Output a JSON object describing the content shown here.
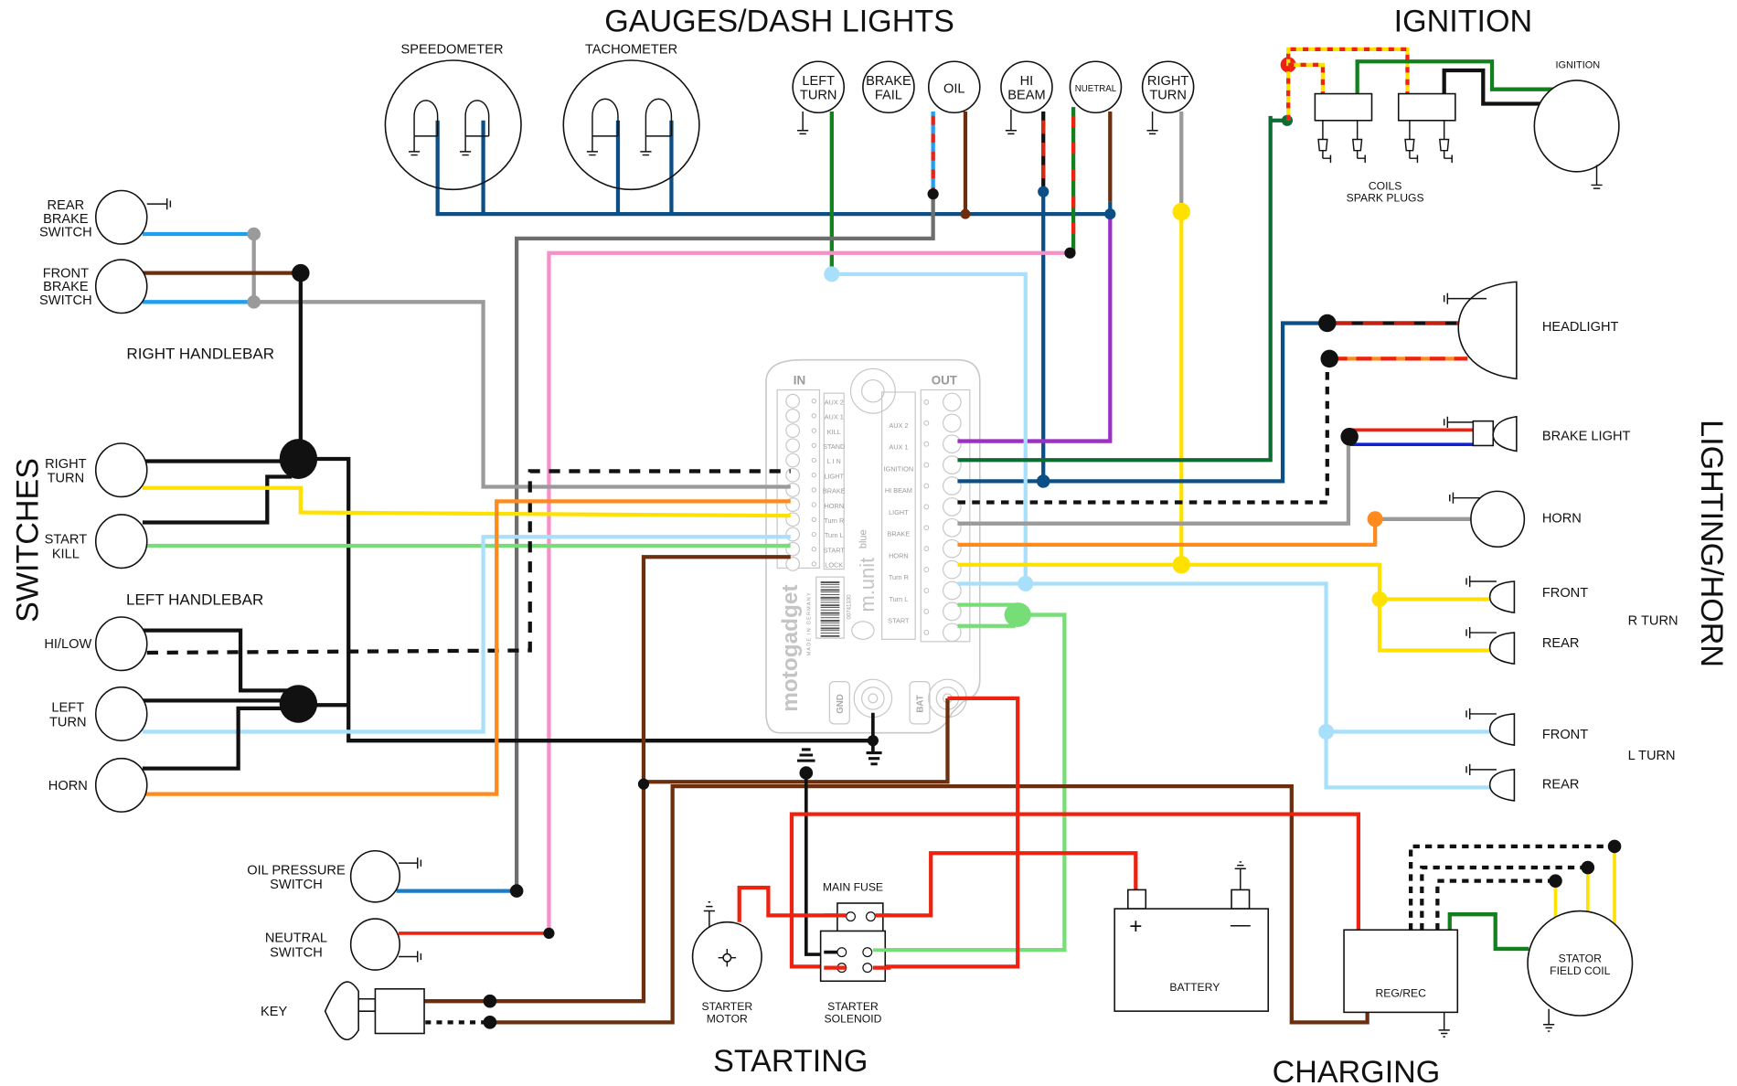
{
  "sections": {
    "gauges": "GAUGES/DASH LIGHTS",
    "ignition": "IGNITION",
    "switches": "SWITCHES",
    "lighting": "LIGHTING/HORN",
    "starting": "STARTING",
    "charging": "CHARGING"
  },
  "gauges": {
    "speedometer": "SPEEDOMETER",
    "tachometer": "TACHOMETER",
    "indicators": [
      {
        "line1": "LEFT",
        "line2": "TURN"
      },
      {
        "line1": "BRAKE",
        "line2": "FAIL"
      },
      {
        "line1": "OIL",
        "line2": ""
      },
      {
        "line1": "HI",
        "line2": "BEAM"
      },
      {
        "line1": "NUETRAL",
        "line2": ""
      },
      {
        "line1": "RIGHT",
        "line2": "TURN"
      }
    ]
  },
  "ignition": {
    "unit": "IGNITION",
    "coils_line1": "COILS",
    "coils_line2": "SPARK PLUGS"
  },
  "switches": {
    "rear_brake": [
      "REAR",
      "BRAKE",
      "SWITCH"
    ],
    "front_brake": [
      "FRONT",
      "BRAKE",
      "SWITCH"
    ],
    "right_handlebar": "RIGHT HANDLEBAR",
    "right_turn": [
      "RIGHT",
      "TURN"
    ],
    "start_kill": [
      "START",
      "KILL"
    ],
    "left_handlebar": "LEFT HANDLEBAR",
    "hi_low": "HI/LOW",
    "left_turn": [
      "LEFT",
      "TURN"
    ],
    "horn": "HORN",
    "oil_pressure": [
      "OIL PRESSURE",
      "SWITCH"
    ],
    "neutral": [
      "NEUTRAL",
      "SWITCH"
    ],
    "key": "KEY"
  },
  "lighting": {
    "headlight": "HEADLIGHT",
    "brake_light": "BRAKE LIGHT",
    "horn": "HORN",
    "r_front": "FRONT",
    "r_rear": "REAR",
    "r_turn": "R TURN",
    "l_front": "FRONT",
    "l_rear": "REAR",
    "l_turn": "L TURN"
  },
  "starting": {
    "main_fuse": "MAIN FUSE",
    "starter_motor": [
      "STARTER",
      "MOTOR"
    ],
    "starter_solenoid": [
      "STARTER",
      "SOLENOID"
    ]
  },
  "charging": {
    "battery": "BATTERY",
    "plus": "+",
    "minus": "—",
    "regrec": "REG/REC",
    "stator": [
      "STATOR",
      "FIELD COIL"
    ]
  },
  "module": {
    "brand": "motogadget",
    "made_in": "MADE IN GERMANY",
    "model": "m.unit",
    "variant": "blue",
    "in_label": "IN",
    "out_label": "OUT",
    "gnd": "GND",
    "bat": "BAT",
    "serial": "00741330",
    "in_pins": [
      "AUX 2",
      "AUX 1",
      "KILL",
      "STAND",
      "L I N",
      "LIGHT",
      "BRAKE",
      "HORN",
      "Turn R",
      "Turn L",
      "START",
      "LOCK"
    ],
    "out_pins": [
      "AUX 2",
      "AUX 1",
      "IGNITION",
      "HI BEAM",
      "LIGHT",
      "BRAKE",
      "HORN",
      "Turn R",
      "Turn L",
      "START"
    ]
  },
  "wire_colors": {
    "blue_dark": "#0b4f86",
    "sky": "#1ea0f0",
    "light_blue": "#a8e0fb",
    "brown": "#6b2e0e",
    "gray": "#9a9a9a",
    "dark_gray": "#6e6e6e",
    "pink": "#f78fc8",
    "green": "#12801c",
    "dark_green": "#0d6b34",
    "light_green": "#77dd77",
    "yellow": "#ffe100",
    "orange": "#ff8a1e",
    "red": "#ee2211",
    "purple": "#9b30c4",
    "black": "#000000",
    "blue": "#1020d8"
  }
}
